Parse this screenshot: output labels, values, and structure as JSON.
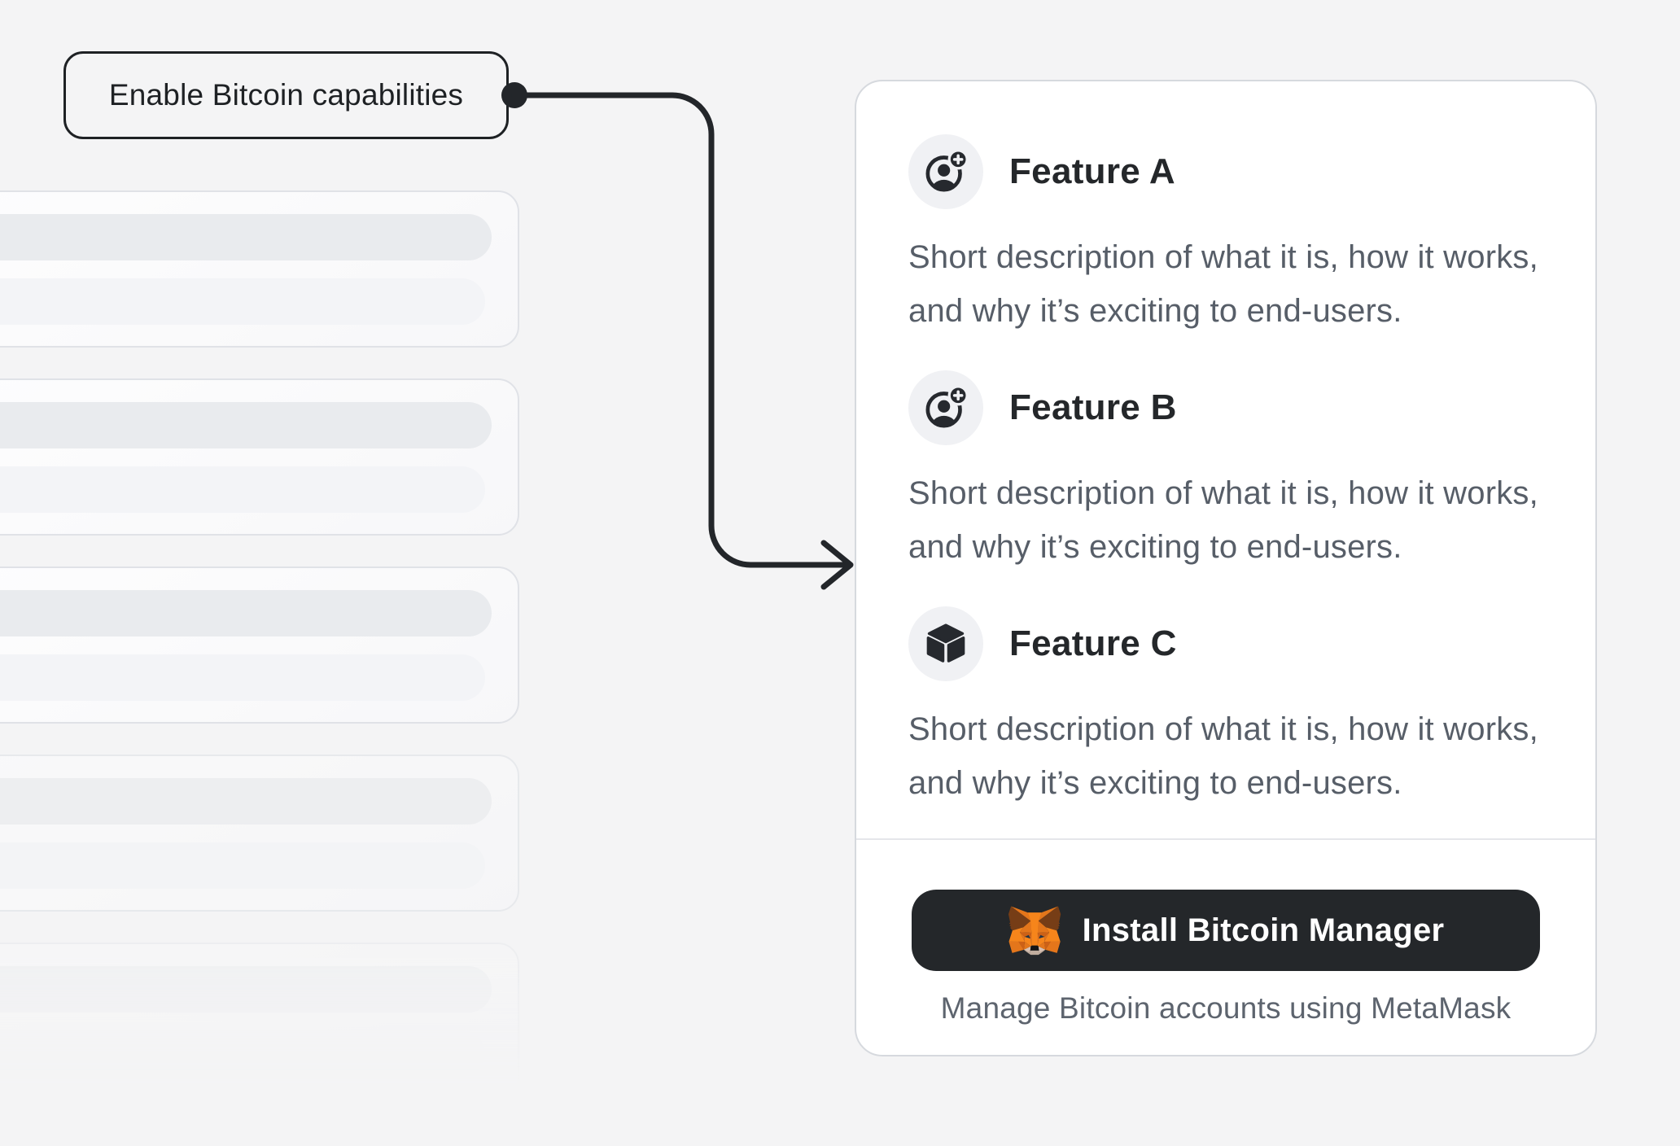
{
  "annotation": {
    "label": "Enable Bitcoin capabilities"
  },
  "skeleton": {
    "card_count": 5,
    "bars_per_card": 2
  },
  "card": {
    "features": [
      {
        "icon": "account-plus-icon",
        "title": "Feature A",
        "description": "Short description of what it is, how it works, and why it’s exciting to end-users."
      },
      {
        "icon": "account-plus-icon",
        "title": "Feature B",
        "description": "Short description of what it is, how it works, and why it’s exciting to end-users."
      },
      {
        "icon": "cube-icon",
        "title": "Feature C",
        "description": "Short description of what it is, how it works, and why it’s exciting to end-users."
      }
    ],
    "cta": {
      "icon": "metamask-fox-icon",
      "label": "Install Bitcoin Manager"
    },
    "footnote": "Manage Bitcoin accounts using MetaMask"
  },
  "colors": {
    "page_background": "#f4f4f5",
    "ink": "#1e2124",
    "heading": "#24272a",
    "muted_text": "#575e68",
    "card_border": "#d6d9de",
    "button_background": "#24272a",
    "button_text": "#ffffff",
    "fox_orange": "#f6851b"
  }
}
